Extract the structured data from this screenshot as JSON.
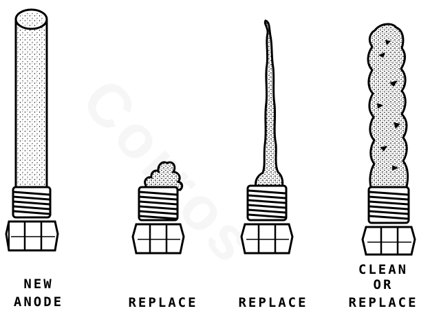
{
  "watermark_text": "Corros",
  "colors": {
    "ink": "#000000",
    "paper": "#ffffff"
  },
  "anodes": [
    {
      "id": "new",
      "caption_lines": [
        "NEW",
        "ANODE"
      ]
    },
    {
      "id": "worn",
      "caption_lines": [
        "REPLACE"
      ]
    },
    {
      "id": "thin",
      "caption_lines": [
        "REPLACE"
      ]
    },
    {
      "id": "crusted",
      "caption_lines": [
        "CLEAN",
        "OR",
        "REPLACE"
      ]
    }
  ]
}
